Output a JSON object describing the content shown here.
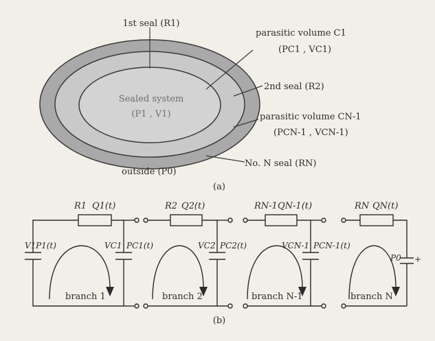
{
  "panel_a": {
    "caption": "(a)",
    "center_line1": "Sealed system",
    "center_line2": "(P1 ,  V1)",
    "seal_1": "1st seal (R1)",
    "parasitic_1_line1": "parasitic volume C1",
    "parasitic_1_line2": "(PC1 ,  VC1)",
    "seal_2": "2nd seal (R2)",
    "parasitic_n1_line1": "parasitic volume CN-1",
    "parasitic_n1_line2": "(PCN-1 ,  VCN-1)",
    "outside": "outside (P0)",
    "seal_n": "No. N seal (RN)"
  },
  "panel_b": {
    "caption": "(b)",
    "branches": [
      {
        "resistor": "R1",
        "flow": "Q1(t)",
        "left_volume": "V1",
        "left_pressure": "P1(t)",
        "right_volume": "VC1",
        "right_pressure": "PC1(t)",
        "label": "branch 1"
      },
      {
        "resistor": "R2",
        "flow": "Q2(t)",
        "right_volume": "VC2",
        "right_pressure": "PC2(t)",
        "label": "branch 2"
      },
      {
        "resistor": "RN-1",
        "flow": "QN-1(t)",
        "right_volume": "VCN-1",
        "right_pressure": "PCN-1(t)",
        "label": "branch N-1"
      },
      {
        "resistor": "RN",
        "flow": "QN(t)",
        "right_pressure": "P0",
        "label": "branch N"
      }
    ]
  },
  "colors": {
    "background": "#f1efe7",
    "ink": "#2b2b2b",
    "outer_fill": "#a9a9a9",
    "mid_fill": "#c9c9c9",
    "inner_fill": "#d3d3d3"
  }
}
